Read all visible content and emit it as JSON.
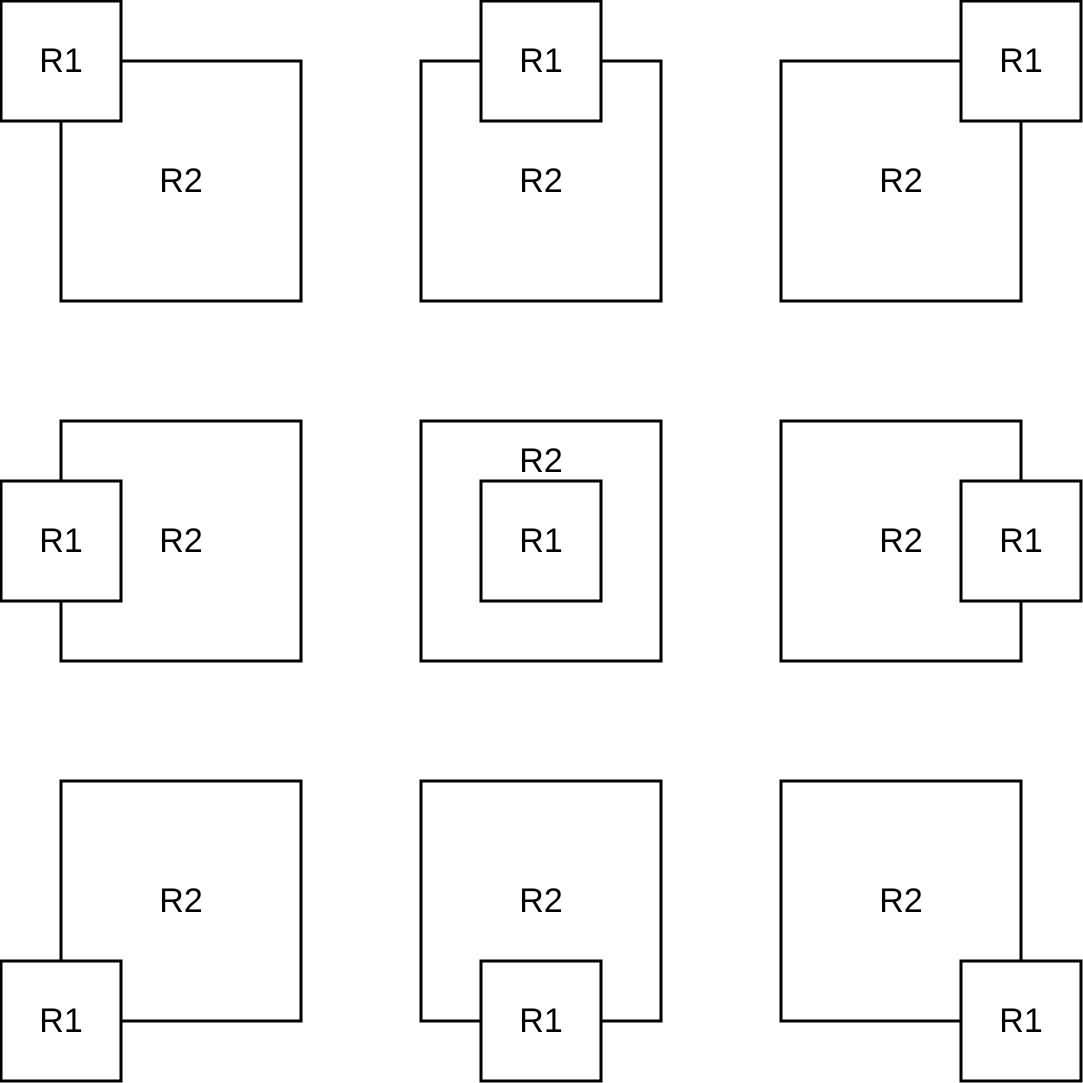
{
  "labels": {
    "outer": "R2",
    "inner": "R1"
  },
  "colors": {
    "stroke": "#000000",
    "fill": "#ffffff",
    "text": "#000000"
  },
  "cells": [
    {
      "id": "r1-top-left",
      "inner_anchor": "top-left"
    },
    {
      "id": "r1-top-center",
      "inner_anchor": "top-center"
    },
    {
      "id": "r1-top-right",
      "inner_anchor": "top-right"
    },
    {
      "id": "r1-middle-left",
      "inner_anchor": "middle-left"
    },
    {
      "id": "r1-center",
      "inner_anchor": "center"
    },
    {
      "id": "r1-middle-right",
      "inner_anchor": "middle-right"
    },
    {
      "id": "r1-bottom-left",
      "inner_anchor": "bottom-left"
    },
    {
      "id": "r1-bottom-center",
      "inner_anchor": "bottom-center"
    },
    {
      "id": "r1-bottom-right",
      "inner_anchor": "bottom-right"
    }
  ]
}
